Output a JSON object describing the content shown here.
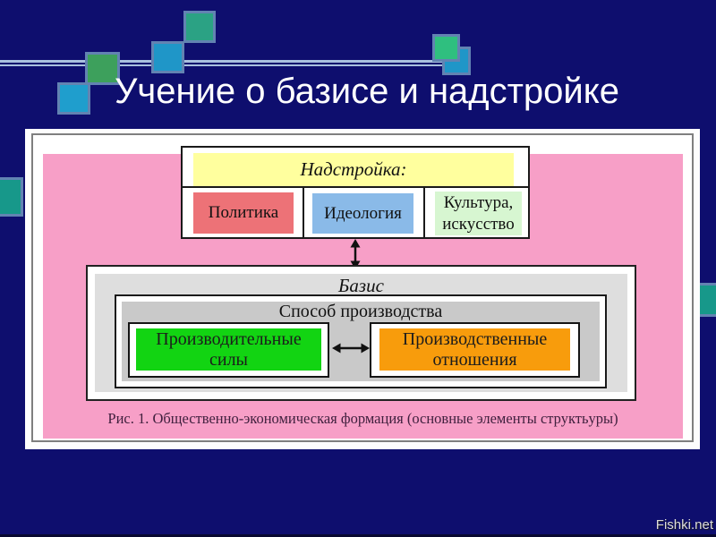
{
  "slide": {
    "title": "Учение о базисе и надстройке",
    "watermark": "Fishki.net"
  },
  "colors": {
    "background": "#0e0e6e",
    "pink_panel": "#f79fc7",
    "yellow_header": "#ffff9e",
    "politics_red": "#ed7277",
    "ideology_blue": "#8abae8",
    "culture_lightgreen": "#d7f6d1",
    "forces_green": "#12d412",
    "relations_orange": "#f89c0c",
    "base_gray_light": "#dedede",
    "mode_gray_medium": "#c9c9c9",
    "deco_line_blue": "#a9c0de",
    "deco_square_border": "#6283b2",
    "panel_border_gray": "#7f7f7f"
  },
  "diagram": {
    "superstructure": {
      "header": "Надстройка:",
      "politics": "Политика",
      "ideology": "Идеология",
      "culture_line1": "Культура,",
      "culture_line2": "искусство"
    },
    "base": {
      "header": "Базис",
      "mode_header": "Способ производства",
      "forces_line1": "Производительные",
      "forces_line2": "силы",
      "relations_line1": "Производственные",
      "relations_line2": "отношения"
    },
    "caption": "Рис. 1. Общественно-экономическая формация (основные элементы структьуры)"
  }
}
